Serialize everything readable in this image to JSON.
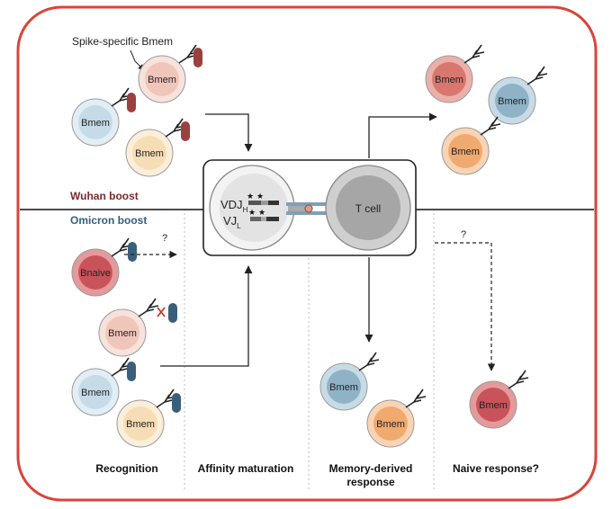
{
  "figure": {
    "annotation": "Spike-specific Bmem",
    "rows": {
      "top": "Wuhan boost",
      "bottom": "Omicron boost"
    },
    "columns": [
      "Recognition",
      "Affinity maturation",
      "Memory-derived",
      "response",
      "Naive response?"
    ],
    "question_mark": "?",
    "germinal_center": {
      "vdj_main": "VDJ",
      "vdj_sub": "H",
      "vj_main": "VJ",
      "vj_sub": "L",
      "star": "★",
      "t_cell": "T cell"
    },
    "cells": {
      "bmem": "Bmem",
      "bnaive": "Bnaive"
    }
  },
  "colors": {
    "frame": "#d9443a",
    "wuhan_text": "#7a2b2b",
    "omicron_text": "#2f5f7f",
    "antigen_wuhan": "#9b4040",
    "antigen_omicron": "#3b5f7a",
    "mismatch": "#c0392b",
    "cell_pink": "#f1c9bf",
    "cell_blue": "#c5dbe7",
    "cell_yellow": "#f7ddb5",
    "cell_red": "#d96c6c",
    "cell_steel": "#9cbccf",
    "cell_orange": "#f3b27d",
    "naive_red": "#c9535b"
  }
}
